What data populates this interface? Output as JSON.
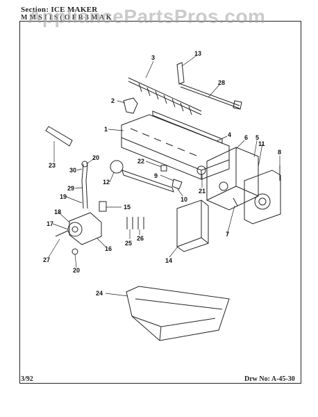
{
  "header": {
    "section_line": "Section:  ICE MAKER",
    "model_line": "M M S  I I S ( O F R 3 M A K",
    "watermark": "AppliancePartsPros.com"
  },
  "footer": {
    "date": "3/92",
    "drawing_no": "Drw No: A-45-30"
  },
  "callouts": [
    "1",
    "2",
    "3",
    "4",
    "5",
    "6",
    "7",
    "8",
    "9",
    "10",
    "11",
    "12",
    "13",
    "14",
    "15",
    "16",
    "17",
    "18",
    "19",
    "20",
    "20",
    "21",
    "22",
    "23",
    "24",
    "25",
    "26",
    "27",
    "28",
    "29",
    "30"
  ]
}
